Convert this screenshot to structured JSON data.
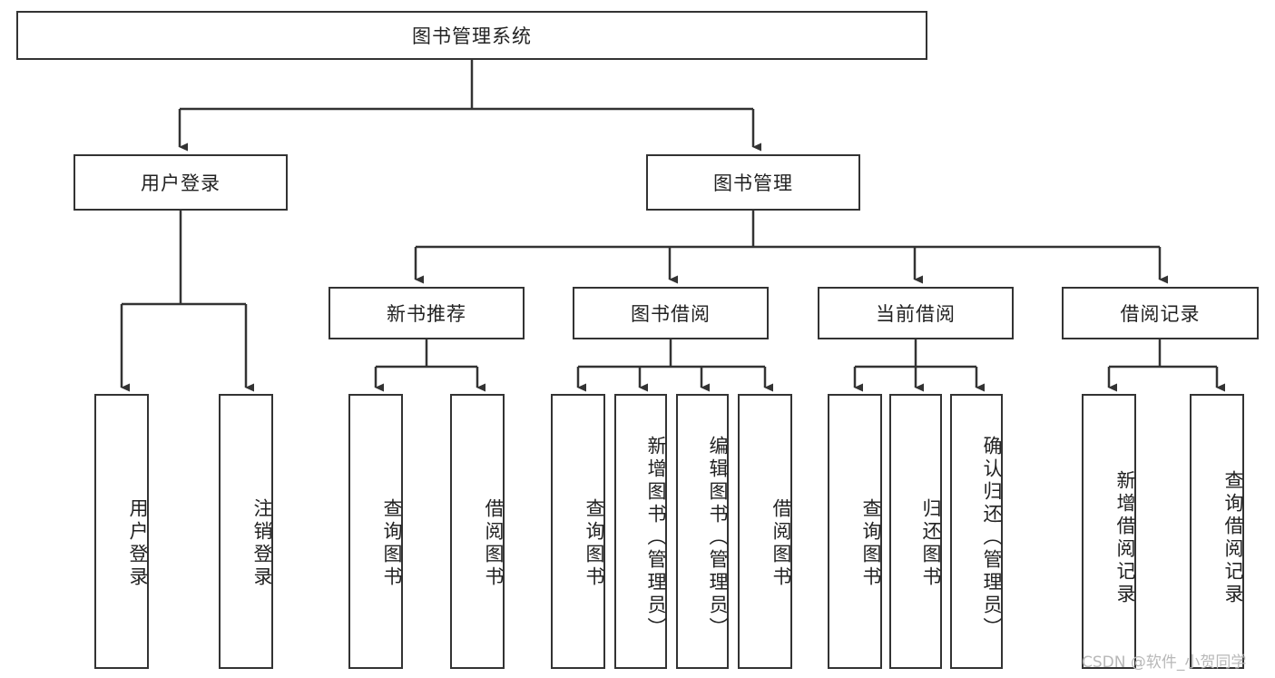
{
  "diagram": {
    "title": "图书管理系统",
    "type": "tree-hierarchy",
    "root": {
      "label": "图书管理系统"
    },
    "level2": [
      {
        "label": "用户登录"
      },
      {
        "label": "图书管理"
      }
    ],
    "level3": [
      {
        "label": "新书推荐"
      },
      {
        "label": "图书借阅"
      },
      {
        "label": "当前借阅"
      },
      {
        "label": "借阅记录"
      }
    ],
    "leaves": {
      "user_login": [
        {
          "label": "用户登录"
        },
        {
          "label": "注销登录"
        }
      ],
      "new_book_recommend": [
        {
          "label": "查询图书"
        },
        {
          "label": "借阅图书"
        }
      ],
      "book_borrow": [
        {
          "label": "查询图书"
        },
        {
          "label": "新增图书（管理员）"
        },
        {
          "label": "编辑图书（管理员）"
        },
        {
          "label": "借阅图书"
        }
      ],
      "current_borrow": [
        {
          "label": "查询图书"
        },
        {
          "label": "归还图书"
        },
        {
          "label": "确认归还（管理员）"
        }
      ],
      "borrow_record": [
        {
          "label": "新增借阅记录"
        },
        {
          "label": "查询借阅记录"
        }
      ]
    }
  },
  "watermark": {
    "text": "CSDN @软件_小贺同学"
  },
  "colors": {
    "stroke": "#333333",
    "background": "#ffffff",
    "text": "#222222",
    "watermark": "#b8b8b8"
  }
}
